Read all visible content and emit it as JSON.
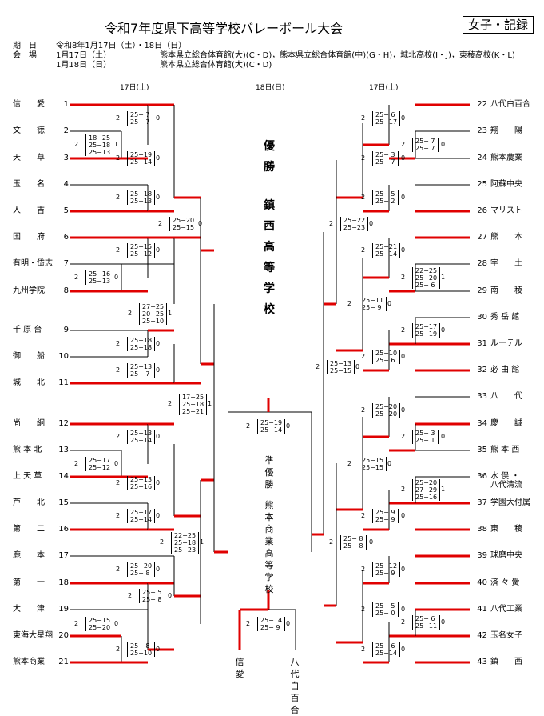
{
  "title": "令和7年度県下高等学校バレーボール大会",
  "badge": "女子・記録",
  "info": {
    "date_label": "期　日",
    "date_value": "令和8年1月17日（土）・18日（日）",
    "venue_label": "会　場",
    "day1_label": "1月17日（土）",
    "day1_venues": "熊本県立総合体育館(大)(C・D)，熊本県立総合体育館(中)(G・H)，城北高校(I・J)，東稜高校(K・L)",
    "day2_label": "1月18日（日）",
    "day2_venues": "熊本県立総合体育館(大)(C・D)"
  },
  "headers": {
    "left": "17日(土)",
    "center": "18日(日)",
    "right": "17日(土)"
  },
  "left_teams": [
    {
      "name": "信　　愛",
      "num": "1"
    },
    {
      "name": "文　　徳",
      "num": "2"
    },
    {
      "name": "天　　草",
      "num": "3"
    },
    {
      "name": "玉　　名",
      "num": "4"
    },
    {
      "name": "人　　吉",
      "num": "5"
    },
    {
      "name": "国　　府",
      "num": "6"
    },
    {
      "name": "有明・岱志",
      "num": "7"
    },
    {
      "name": "九州学院",
      "num": "8"
    },
    {
      "name": "千 原 台",
      "num": "9"
    },
    {
      "name": "御　　船",
      "num": "10"
    },
    {
      "name": "城　　北",
      "num": "11"
    },
    {
      "name": "尚　　絅",
      "num": "12"
    },
    {
      "name": "熊 本 北",
      "num": "13"
    },
    {
      "name": "上 天 草",
      "num": "14"
    },
    {
      "name": "芦　　北",
      "num": "15"
    },
    {
      "name": "第　　二",
      "num": "16"
    },
    {
      "name": "鹿　　本",
      "num": "17"
    },
    {
      "name": "第　　一",
      "num": "18"
    },
    {
      "name": "大　　津",
      "num": "19"
    },
    {
      "name": "東海大星翔",
      "num": "20"
    },
    {
      "name": "熊本商業",
      "num": "21"
    }
  ],
  "right_teams": [
    {
      "name": "八代白百合",
      "num": "22"
    },
    {
      "name": "翔　　陽",
      "num": "23"
    },
    {
      "name": "熊本農業",
      "num": "24"
    },
    {
      "name": "阿蘇中央",
      "num": "25"
    },
    {
      "name": "マリスト",
      "num": "26"
    },
    {
      "name": "熊　　本",
      "num": "27"
    },
    {
      "name": "宇　　土",
      "num": "28"
    },
    {
      "name": "南　　稜",
      "num": "29"
    },
    {
      "name": "秀 岳 館",
      "num": "30"
    },
    {
      "name": "ルーテル",
      "num": "31"
    },
    {
      "name": "必 由 館",
      "num": "32"
    },
    {
      "name": "八　　代",
      "num": "33"
    },
    {
      "name": "慶　　誠",
      "num": "34"
    },
    {
      "name": "熊 本 西",
      "num": "35"
    },
    {
      "name": "水 俣 ・",
      "num": "36"
    },
    {
      "name": "学園大付属",
      "num": "37"
    },
    {
      "name": "東　　稜",
      "num": "38"
    },
    {
      "name": "球磨中央",
      "num": "39"
    },
    {
      "name": "済 々 黌",
      "num": "40"
    },
    {
      "name": "八代工業",
      "num": "41"
    },
    {
      "name": "玉名女子",
      "num": "42"
    },
    {
      "name": "鎮　　西",
      "num": "43"
    }
  ],
  "team36_line2": "八代清流",
  "scores_left": [
    {
      "l": "2",
      "sets": "25− 7\n25− 7",
      "r": "0"
    },
    {
      "l": "2",
      "sets": "18−25\n25−18\n25−13",
      "r": "1"
    },
    {
      "l": "2",
      "sets": "25−19\n25−14",
      "r": "0"
    },
    {
      "l": "2",
      "sets": "25−18\n25−13",
      "r": "0"
    },
    {
      "l": "2",
      "sets": "25−20\n25−15",
      "r": "0"
    },
    {
      "l": "2",
      "sets": "25−15\n25−12",
      "r": "0"
    },
    {
      "l": "2",
      "sets": "25−16\n25−13",
      "r": "0"
    },
    {
      "l": "2",
      "sets": "27−25\n20−25\n25−10",
      "r": "1"
    },
    {
      "l": "2",
      "sets": "25−18\n25−18",
      "r": "0"
    },
    {
      "l": "2",
      "sets": "25−13\n25− 7",
      "r": "0"
    },
    {
      "l": "2",
      "sets": "17−25\n25−18\n25−21",
      "r": "1"
    },
    {
      "l": "2",
      "sets": "25−13\n25−14",
      "r": "0"
    },
    {
      "l": "2",
      "sets": "25−17\n25−12",
      "r": "0"
    },
    {
      "l": "2",
      "sets": "25−13\n25−16",
      "r": "0"
    },
    {
      "l": "2",
      "sets": "25−17\n25−14",
      "r": "0"
    },
    {
      "l": "2",
      "sets": "22−25\n25−18\n25−23",
      "r": "1"
    },
    {
      "l": "2",
      "sets": "25−20\n25− 8",
      "r": "0"
    },
    {
      "l": "2",
      "sets": "25− 5\n25− 8",
      "r": "0"
    },
    {
      "l": "2",
      "sets": "25−15\n25−20",
      "r": "0"
    },
    {
      "l": "2",
      "sets": "25− 8\n25−10",
      "r": "0"
    }
  ],
  "scores_right": [
    {
      "l": "2",
      "sets": "25− 6\n25−17",
      "r": "0"
    },
    {
      "l": "2",
      "sets": "25− 7\n25− 7",
      "r": "0"
    },
    {
      "l": "2",
      "sets": "25− 3\n25− 7",
      "r": "0"
    },
    {
      "l": "2",
      "sets": "25− 5\n25− 2",
      "r": "0"
    },
    {
      "l": "2",
      "sets": "25−22\n25−23",
      "r": "0"
    },
    {
      "l": "2",
      "sets": "25−21\n25−14",
      "r": "0"
    },
    {
      "l": "2",
      "sets": "22−25\n25−20\n25− 6",
      "r": "1"
    },
    {
      "l": "2",
      "sets": "25−11\n25− 9",
      "r": "0"
    },
    {
      "l": "2",
      "sets": "25−17\n25−19",
      "r": "0"
    },
    {
      "l": "2",
      "sets": "25−10\n25− 6",
      "r": "0"
    },
    {
      "l": "2",
      "sets": "25−13\n25−15",
      "r": "0"
    },
    {
      "l": "2",
      "sets": "25−20\n25−20",
      "r": "0"
    },
    {
      "l": "2",
      "sets": "25− 3\n25− 1",
      "r": "0"
    },
    {
      "l": "2",
      "sets": "25−15\n25−15",
      "r": "0"
    },
    {
      "l": "2",
      "sets": "25−20\n27−29\n25−16",
      "r": "1"
    },
    {
      "l": "2",
      "sets": "25− 9\n25− 9",
      "r": "0"
    },
    {
      "l": "2",
      "sets": "25− 8\n25− 8",
      "r": "0"
    },
    {
      "l": "2",
      "sets": "25−12\n25− 9",
      "r": "0"
    },
    {
      "l": "2",
      "sets": "25− 5\n25− 0",
      "r": "0"
    },
    {
      "l": "2",
      "sets": "25− 6\n25−11",
      "r": "0"
    },
    {
      "l": "2",
      "sets": "25− 6\n25−14",
      "r": "0"
    }
  ],
  "final_score": {
    "l": "2",
    "sets": "25−19\n25−14",
    "r": "0"
  },
  "third_score": {
    "l": "2",
    "sets": "25−14\n25− 9",
    "r": "0"
  },
  "champion_label": "優勝",
  "champion_name": "鎮西高等学校",
  "runnerup_label": "準優勝",
  "runnerup_name": "熊本商業高等学校",
  "third_left": "信愛",
  "third_right": "八代白百合",
  "colors": {
    "winner": "#e00000",
    "line": "#000000"
  }
}
